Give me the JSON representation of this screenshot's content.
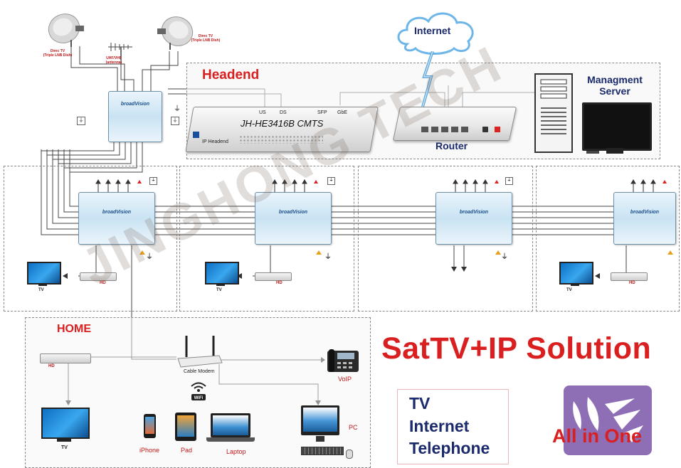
{
  "labels": {
    "dish_left": "Direc TV\n(Triple LNB Dish)",
    "dish_right": "Direc TV\n(Triple LNB Dish)",
    "antenna": "UHF/VHF\n(antenna)",
    "headend_title": "Headend",
    "cmts_name": "JH-HE3416B CMTS",
    "ip_headend": "IP Headend",
    "port_us": "US",
    "port_ds": "DS",
    "port_sfp": "SFP",
    "port_gbe": "GbE",
    "internet": "Internet",
    "router": "Router",
    "mgmt_server": "Managment\nServer",
    "home_title": "HOME",
    "cable_modem": "Cable Modem",
    "voip": "VoIP",
    "pc": "PC",
    "iphone": "iPhone",
    "pad": "Pad",
    "laptop": "Laptop",
    "tv": "TV",
    "hd": "HD",
    "brand": "broadVision",
    "main_title": "SatTV+IP Solution",
    "tv_line": "TV",
    "internet_line": "Internet",
    "telephone_line": "Telephone",
    "all_in_one": "All in One",
    "watermark": "JINGHONG TECH"
  },
  "colors": {
    "accent_red": "#d91f1f",
    "navy": "#1a2a6c",
    "logo_purple": "#8e6fb5",
    "screen_blue": "#1a86d8"
  },
  "icons": [
    "satellite-dish-icon",
    "antenna-icon",
    "cloud-icon",
    "lightning-icon",
    "server-tower-icon",
    "monitor-icon",
    "router-icon",
    "tv-icon",
    "set-top-box-icon",
    "phone-icon",
    "pc-icon",
    "iphone-icon",
    "tablet-icon",
    "laptop-icon",
    "wifi-icon",
    "power-socket-icon",
    "ground-icon"
  ]
}
